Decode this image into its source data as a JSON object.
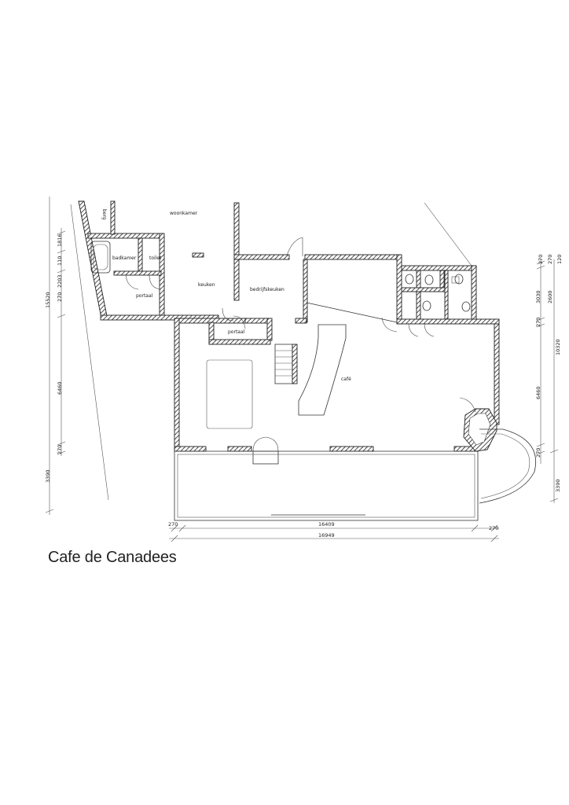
{
  "caption": "Cafe de Canadees",
  "rooms": {
    "berging": "berg",
    "woonkamer": "woonkamer",
    "badkamer": "badkamer",
    "toilet": "toilet",
    "portaal_left": "portaal",
    "keuken": "keuken",
    "bedrijfskeuken": "bedrijfskeuken",
    "portaal_mid": "portaal",
    "cafe": "café"
  },
  "dimensions": {
    "left": [
      "1816",
      "110",
      "2203",
      "270",
      "15520",
      "6460",
      "270",
      "3390"
    ],
    "bottom": [
      "270",
      "16409",
      "270",
      "16949"
    ],
    "right_inner": [
      "270",
      "270",
      "120",
      "3030",
      "2600",
      "270",
      "6460",
      "270"
    ],
    "right_outer": [
      "10320",
      "3390"
    ]
  }
}
